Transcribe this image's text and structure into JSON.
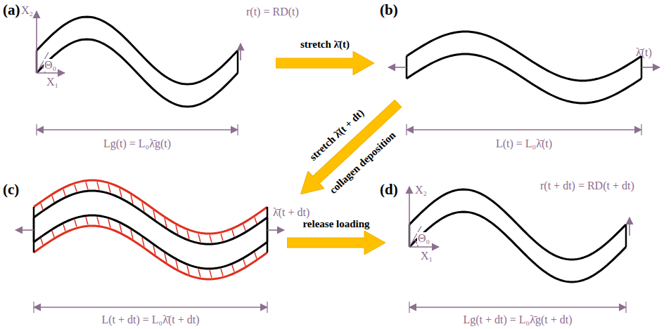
{
  "diagram": {
    "nodes": [
      {
        "text": [
          "stretch λ̄(t)"
        ]
      },
      {
        "text": [
          "stretch λ̄(t + dt)",
          "collagen deposition"
        ]
      },
      {
        "text": [
          "release loading"
        ]
      }
    ],
    "labels": [
      "(a)",
      "X₂",
      "X₁",
      "Θ₀",
      "r(t) = RD(t)",
      "Lg(t) = L₀λ̄g(t)",
      "(b)",
      "λ̄(t)",
      "L(t) = L₀λ̄(t)",
      "(c)",
      "λ̄(t + dt)",
      "L(t + dt) = L₀λ̄(t + dt)",
      "(d)",
      "X₂",
      "X₁",
      "Θ₀",
      "r(t + dt) = RD(t + dt)",
      "Lg(t + dt) = L₀λ̄g(t + dt)"
    ]
  }
}
